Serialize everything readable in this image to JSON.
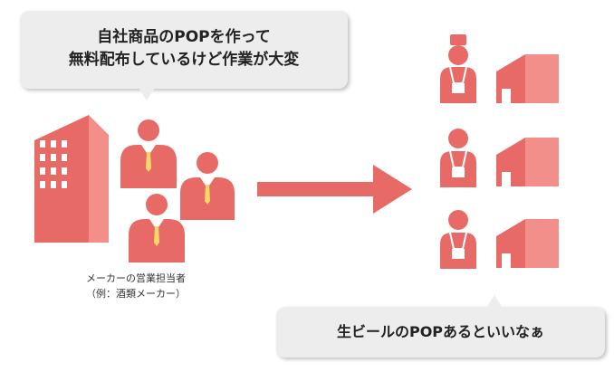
{
  "speech_bubble_top": {
    "line1": "自社商品のPOPを作って",
    "line2": "無料配布しているけど作業が大変"
  },
  "speech_bubble_bottom": {
    "text": "生ビールのPOPあるといいなぁ"
  },
  "maker_caption": {
    "line1": "メーカーの営業担当者",
    "line2": "（例：酒類メーカー）"
  },
  "colors": {
    "primary": "#e86a66",
    "light": "#f28f8b",
    "bubble": "#ededed"
  }
}
